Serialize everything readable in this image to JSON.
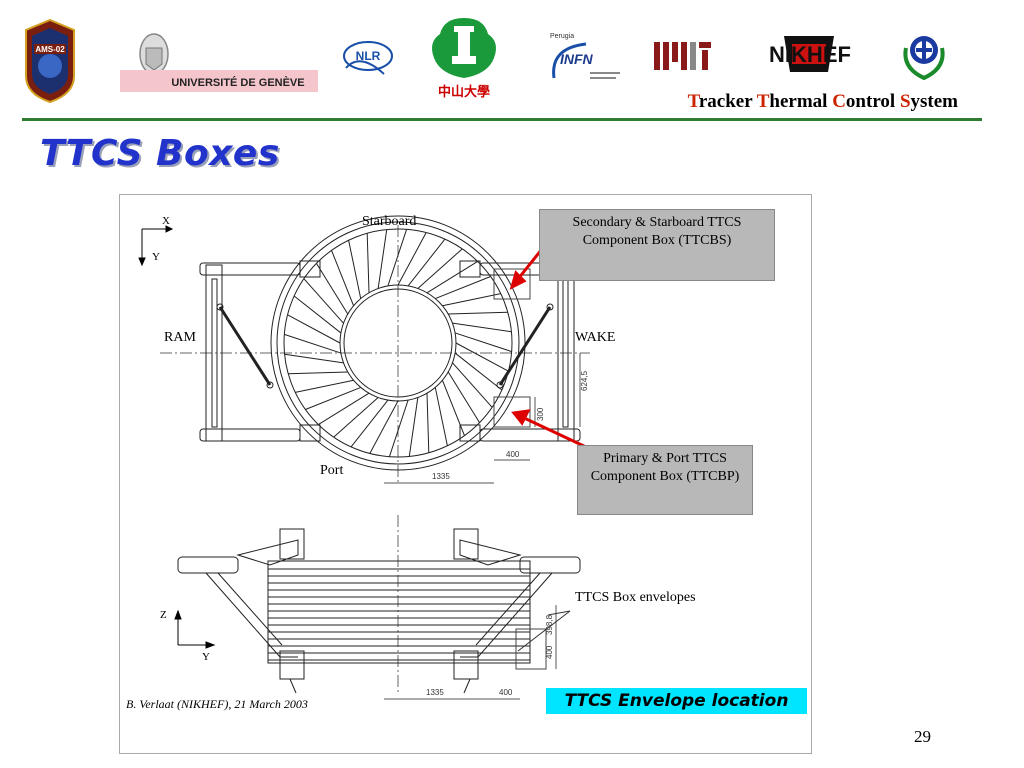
{
  "header": {
    "logos": [
      {
        "name": "ams-02-mission-patch",
        "text": "AMS-02"
      },
      {
        "name": "universite-de-geneve-logo",
        "text": "UNIVERSITÉ DE GENÈVE"
      },
      {
        "name": "nlr-logo",
        "text": "NLR"
      },
      {
        "name": "sun-yat-sen-university-logo",
        "text": "中山大學"
      },
      {
        "name": "infn-perugia-logo",
        "text": "INFN",
        "subtext": "Perugia"
      },
      {
        "name": "mit-logo",
        "text": "MIT"
      },
      {
        "name": "nikhef-logo",
        "text": "NIKHEF"
      },
      {
        "name": "chinese-institution-emblem",
        "text": ""
      }
    ],
    "system_title": {
      "words": [
        {
          "cap": "T",
          "rest": "racker "
        },
        {
          "cap": "T",
          "rest": "hermal "
        },
        {
          "cap": "C",
          "rest": "ontrol "
        },
        {
          "cap": "S",
          "rest": "ystem"
        }
      ]
    },
    "colors": {
      "rule": "#2e7d32",
      "caps": "#cc2200"
    }
  },
  "slide": {
    "title": "TTCS Boxes",
    "title_color": "#2233cc",
    "page_number": "29"
  },
  "figure": {
    "labels": {
      "starboard": "Starboard",
      "port": "Port",
      "ram": "RAM",
      "wake": "WAKE",
      "axis_x": "X",
      "axis_y_top": "Y",
      "axis_z": "Z",
      "axis_y_bottom": "Y",
      "envelopes": "TTCS Box envelopes"
    },
    "dimensions": {
      "d_624": "624,5",
      "d_300": "300",
      "d_400_top": "400",
      "d_1335_top": "1335",
      "d_398": "398,8",
      "d_400_side": "400",
      "d_1335_bottom": "1335",
      "d_400_bottom": "400"
    },
    "callouts": {
      "secondary": "Secondary & Starboard TTCS Component Box (TTCBS)",
      "primary": "Primary & Port TTCS Component Box (TTCBP)"
    },
    "credit": "B. Verlaat (NIKHEF), 21 March 2003",
    "envelope_location": "TTCS Envelope location",
    "envelope_color": "#00e5ff",
    "arrow_color": "#dd0000"
  }
}
